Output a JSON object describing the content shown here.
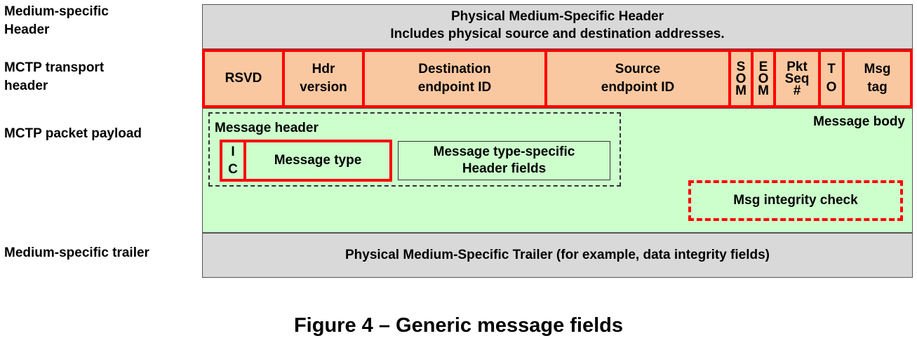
{
  "row_labels": {
    "medium_header": "Medium-specific\nHeader",
    "transport_header": "MCTP transport\nheader",
    "packet_payload": "MCTP packet payload",
    "medium_trailer": "Medium-specific trailer"
  },
  "medium_header": {
    "line1": "Physical Medium-Specific Header",
    "line2": "Includes physical source and destination addresses."
  },
  "transport_fields": [
    {
      "key": "rsvd",
      "label": "RSVD"
    },
    {
      "key": "hdr-version",
      "label": "Hdr\nversion"
    },
    {
      "key": "destination-endpoint-id",
      "label": "Destination\nendpoint ID"
    },
    {
      "key": "source-endpoint-id",
      "label": "Source\nendpoint ID"
    },
    {
      "key": "som",
      "label": "S\nO\nM"
    },
    {
      "key": "eom",
      "label": "E\nO\nM"
    },
    {
      "key": "pkt-seq",
      "label": "Pkt\nSeq\n#"
    },
    {
      "key": "to",
      "label": "T\nO"
    },
    {
      "key": "msg-tag",
      "label": "Msg\ntag"
    }
  ],
  "payload": {
    "message_body_label": "Message body",
    "message_header_label": "Message header",
    "ic_label": "I\nC",
    "message_type_label": "Message type",
    "type_specific_label": "Message type-specific\nHeader fields",
    "integrity_check_label": "Msg integrity check"
  },
  "medium_trailer": {
    "label": "Physical Medium-Specific Trailer (for example, data integrity fields)"
  },
  "caption": "Figure 4 – Generic message fields",
  "colors": {
    "grey_fill": "#d9d9d9",
    "orange_fill": "#fac8a0",
    "green_fill": "#ccffcc",
    "red_outline": "#ff0000"
  }
}
